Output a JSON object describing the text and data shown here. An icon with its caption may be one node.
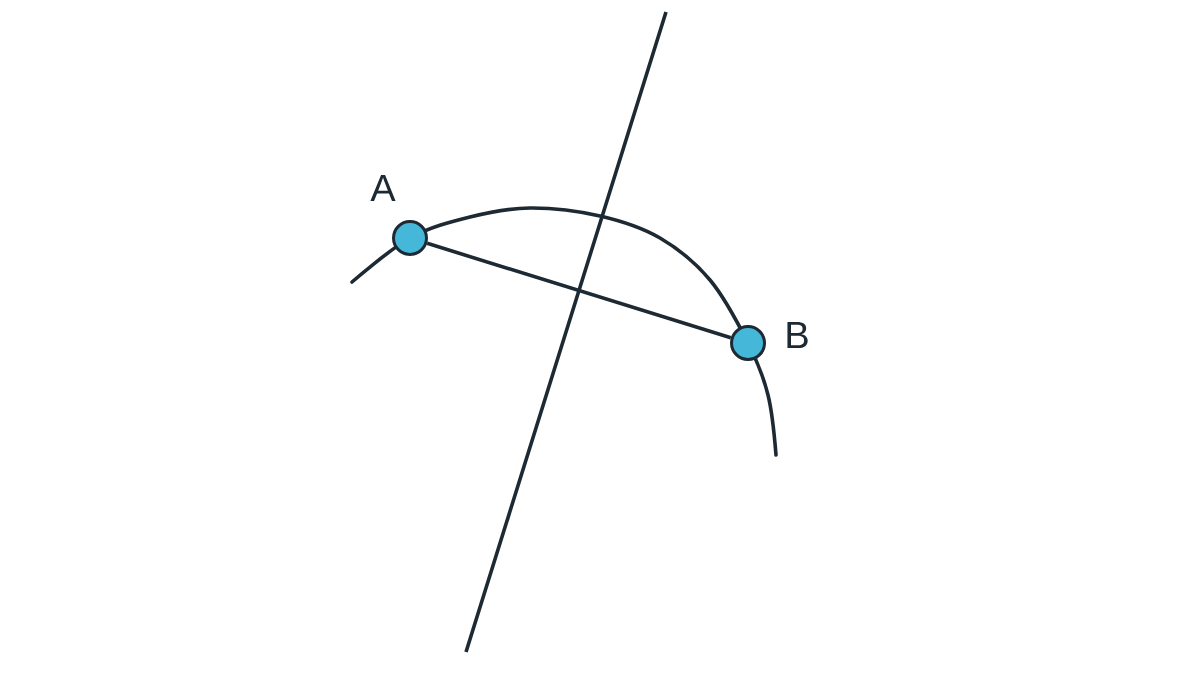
{
  "diagram": {
    "nodes": [
      {
        "text": [],
        "shape": "circle",
        "beside": [
          "A"
        ]
      },
      {
        "text": [],
        "shape": "circle",
        "beside": [
          "B"
        ]
      }
    ],
    "edges": [
      {
        "from": 0,
        "to": 1,
        "arrow": "none"
      }
    ]
  }
}
